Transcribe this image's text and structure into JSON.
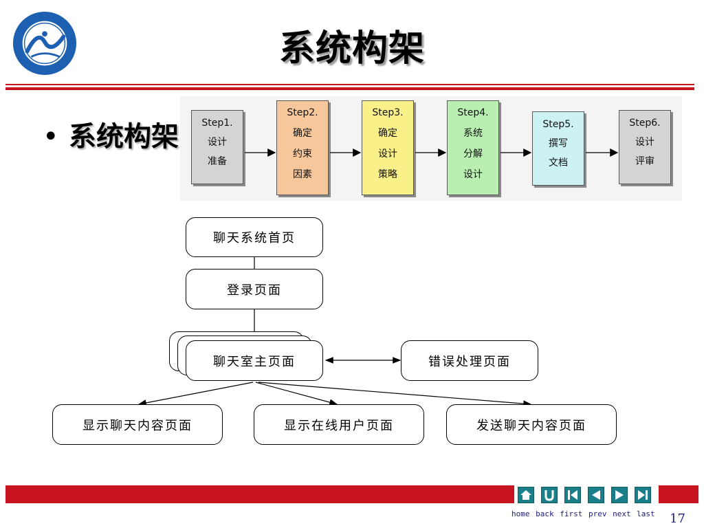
{
  "slide": {
    "title": "系统构架",
    "bullet": "系统构架"
  },
  "steps": [
    {
      "lines": [
        "Step1.",
        "设计",
        "准备"
      ],
      "color": "#d4d4d4"
    },
    {
      "lines": [
        "Step2.",
        "确定",
        "约束",
        "因素"
      ],
      "color": "#f6c79a"
    },
    {
      "lines": [
        "Step3.",
        "确定",
        "设计",
        "策略"
      ],
      "color": "#f9f08a"
    },
    {
      "lines": [
        "Step4.",
        "系统",
        "分解",
        "设计"
      ],
      "color": "#b9efb0"
    },
    {
      "lines": [
        "Step5.",
        "撰写",
        "文档"
      ],
      "color": "#cdf2f4"
    },
    {
      "lines": [
        "Step6.",
        "设计",
        "评审"
      ],
      "color": "#d4d4d4"
    }
  ],
  "flow": {
    "home": "聊天系统首页",
    "login": "登录页面",
    "main": "聊天室主页面",
    "error": "错误处理页面",
    "show_content": "显示聊天内容页面",
    "show_users": "显示在线用户页面",
    "send_content": "发送聊天内容页面"
  },
  "footer": {
    "nav_labels": "home back first prev next last",
    "page_number": "17"
  },
  "colors": {
    "accent_red": "#c8141e",
    "logo_blue": "#1d5fb0",
    "nav_teal": "#1b7f8a"
  },
  "icons": [
    "logo-seal",
    "home-icon",
    "back-icon",
    "first-icon",
    "prev-icon",
    "next-icon",
    "last-icon"
  ]
}
